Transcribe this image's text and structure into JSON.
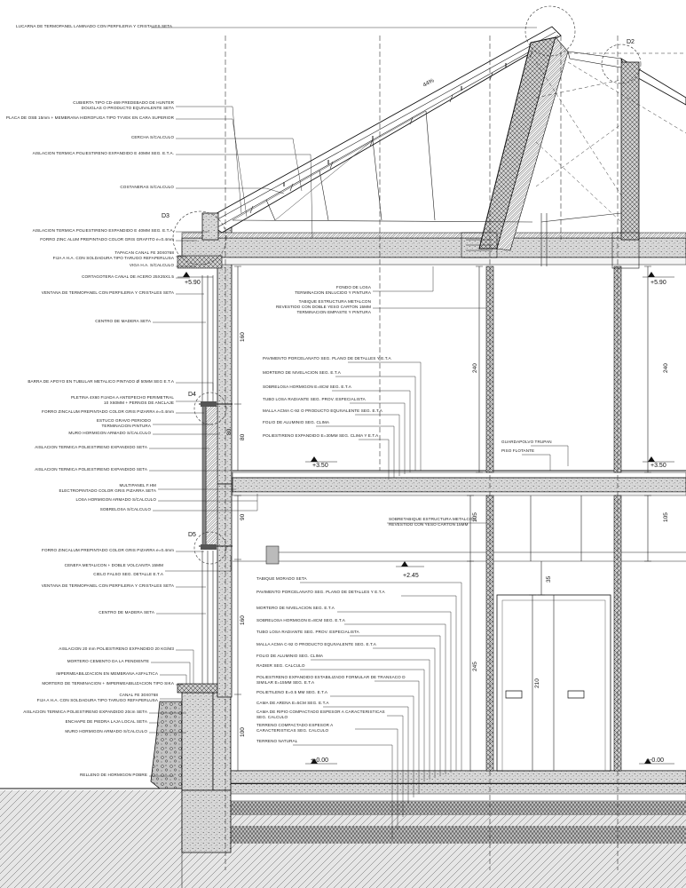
{
  "annotations_left": [
    "LUCARNA DE TERMOPANEL LAMINADO CON PERFILERIA Y CRISTALES SETA",
    "CUBIERTA TIPO CD-469 PREDEBADO DE HUNTER",
    "DOUGLAS O PRODUCTO EQUIVALENTE SETA",
    "PLACA DE OSB 15mm + MEMBRANA HIDROFUGA TIPO TYVEK EN CARA SUPERIOR",
    "CERCHA S/CALCULO",
    "AISLACION TERMICA POLIESTIRENO EXPANDIDO E 40MM SEG. E.T.A.",
    "COSTANERAS S/CALCULO",
    "AISLACION TERMICA POLIESTIRENO EXPANDIDO E 40MM SEG. E.T.A.",
    "FORRO ZINC ALUM PREPINTADO COLOR GRIS GRAFITO e=0.4mm",
    "TAPACAN CANAL FE 30X0768",
    "FIJA A H.A. CON SOLDADURA TIPO TARUGO REFAPERLUSA",
    "VIGA H.A. S/CALCULO",
    "CORTAGOTERA CANAL DE ACERO 25X25X1.5",
    "VENTANA DE TERMOPANEL CON PERFILERIA Y CRISTALES SETA",
    "CENTRO DE MADERA SETA",
    "BARRA DE APOYO EN TUBULAR METALICO PINTADO Ø 50MM SEG E.T.A",
    "PLETINA 4X60 FIJADA A ANTEPECHO PERIMETRAL",
    "10 X60MM + PERNOS DE ANCLAJE",
    "FORRO ZINCALUM PREPINTADO COLOR GRIS PIZARRA e=0.4mm",
    "ESTUCO GRAVO PERIODO",
    "TERMINACION PINTURA",
    "MURO HORMIGON ARMADO S/CALCULO",
    "AISLACION TERMICA POLIESTIRENO EXPANDIDO SETA",
    "AISLACION TERMICA POLIESTIRENO EXPANDIDO SETA",
    "MULTIPANEL F.HM",
    "ELECTROPINTADO COLOR GRIS PIZARRA SETA",
    "LOSA HORMIGON ARMADO S/CALCULO",
    "SOBRELOSA S/CALCULO",
    "FORRO ZINCALUM PREPINTADO COLOR GRIS PIZARRA e=0.4mm",
    "CENEFA METALICON + DOBLE VOLCANITA 15MM",
    "CIELO FALSO SEG. DETALLE E.T.A",
    "VENTANA DE TERMOPANEL CON PERFILERIA Y CRISTALES SETA",
    "CENTRO DE MADERA SETA",
    "AISLACION 20 mm POLIESTIRENO EXPANDIDO 20 KG/M3",
    "MORTERO CEMENTO DA LA PENDIENTE",
    "IMPERMEABILIZACION EN MEMBRANA ASFALTICA",
    "MORTERO DE TERMINACION + IMPERMEABILIZACION TIPO SIKA",
    "CANAL FE 30X0768",
    "FIJA A H.A. CON SOLDADURA TIPO TARUGO REFAPERLUSA",
    "AISLACION TERMICA POLIESTIRENO EXPANDIDO 20cm SETA",
    "ENCHAPE DE PIEDRA LAJA LOCAL SETA",
    "MURO HORMIGON ARMADO S/CALCULO",
    "RELLENO DE HORMIGON POBRE"
  ],
  "annotations_upper": [
    "FONDO DE LOSA",
    "TERMINACION ENLUCIDO Y PINTURA",
    "TABIQUE ESTRUCTURA METALCON",
    "REVESTIDO CON DOBLE YESO CARTON 15MM",
    "TERMINACION EMPASTE Y PINTURA",
    "PAVIMENTO PORCELANATO SEG. PLANO DE DETALLES Y E.T.A",
    "MORTERO DE NIVELACION SEG. E.T.A",
    "SOBRELOSA HORMIGON E=8CM SEG. E.T.A",
    "TUBO LOSA RADIANTE SEG. PROV. ESPECIALISTA",
    "MALLA ACMA C-92 O PRODUCTO EQUIVALENTE SEG. E.T.A",
    "FOLIO DE ALUMINIO SEG. CLIMA",
    "POLIESTIRENO EXPANDIDO E=30MM SEG. CLIMA Y E.T.A",
    "GUARDAPOLVO TRUPAN",
    "PISO FLOTANTE"
  ],
  "annotations_lower": [
    "SOBRETABIQUE ESTRUCTURA METALCON",
    "REVESTIDO CON YESO CARTON 15MM",
    "TABIQUE MORADO SETA",
    "PAVIMENTO PORCELANATO SEG. PLANO DE DETALLES Y E.T.A",
    "MORTERO DE NIVELACION SEG. E.T.A",
    "SOBRELOSA HORMIGON E=8CM SEG. E.T.A",
    "TUBO LOSA RADIANTE SEG. PROV. ESPECIALISTA",
    "MALLA ACMA C-92 O PRODUCTO EQUIVALENTE SEG. E.T.A",
    "FOLIO DE ALUMINIO SEG. CLIMA",
    "RADIER SEG. CALCULO",
    "POLIESTIRENO EXPANDIDO ESTABILIZADO FORMULAR DE TRANSACO D",
    "SIMILAR E=15MM SEG. E.T.A",
    "POLIETILENO E=0.5 MM SEG. E.T.A",
    "CAMA DE ARENA E=5CM SEG. E.T.A",
    "CAMA DE RIPIO COMPACTADO ESPESOR A CARACTERISTICAS",
    "SEG. CALCULO",
    "TERRENO COMPACTADO ESPESOR A",
    "CARACTERISTICAS SEG. CALCULO",
    "TERRENO NATURAL"
  ],
  "levels": [
    "+5.90",
    "+5.90",
    "+3.50",
    "+3.50",
    "+2.45",
    "+-0.00",
    "+-0.00"
  ],
  "dimensions": [
    "160",
    "240",
    "240",
    "80",
    "80",
    "90",
    "105",
    "105",
    "160",
    "35",
    "245",
    "210",
    "100"
  ],
  "details": [
    "D2",
    "D3",
    "D4",
    "D5"
  ],
  "slope": "44%"
}
